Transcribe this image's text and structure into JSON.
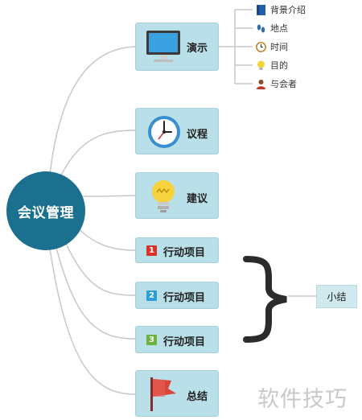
{
  "root": {
    "label": "会议管理"
  },
  "branches": {
    "demo": {
      "label": "演示",
      "icon": "monitor-icon",
      "children": [
        {
          "label": "背景介绍",
          "icon": "book-icon"
        },
        {
          "label": "地点",
          "icon": "footprints-icon"
        },
        {
          "label": "时间",
          "icon": "clock-icon"
        },
        {
          "label": "目的",
          "icon": "lightbulb-icon"
        },
        {
          "label": "与会者",
          "icon": "person-icon"
        }
      ]
    },
    "agenda": {
      "label": "议程",
      "icon": "clock-icon"
    },
    "suggest": {
      "label": "建议",
      "icon": "lightbulb-icon"
    },
    "item1": {
      "label": "行动项目",
      "number": "1",
      "color": "#d9342b"
    },
    "item2": {
      "label": "行动项目",
      "number": "2",
      "color": "#2a9fd8"
    },
    "item3": {
      "label": "行动项目",
      "number": "3",
      "color": "#6ab43e"
    },
    "summary": {
      "label": "总结",
      "icon": "flag-icon"
    }
  },
  "summary_node": {
    "label": "小结"
  },
  "watermark": "软件技巧",
  "colors": {
    "root": "#1b6f8f",
    "node": "#b9dfe8",
    "link": "#c8c8c8",
    "brace": "#2b2b2b"
  }
}
